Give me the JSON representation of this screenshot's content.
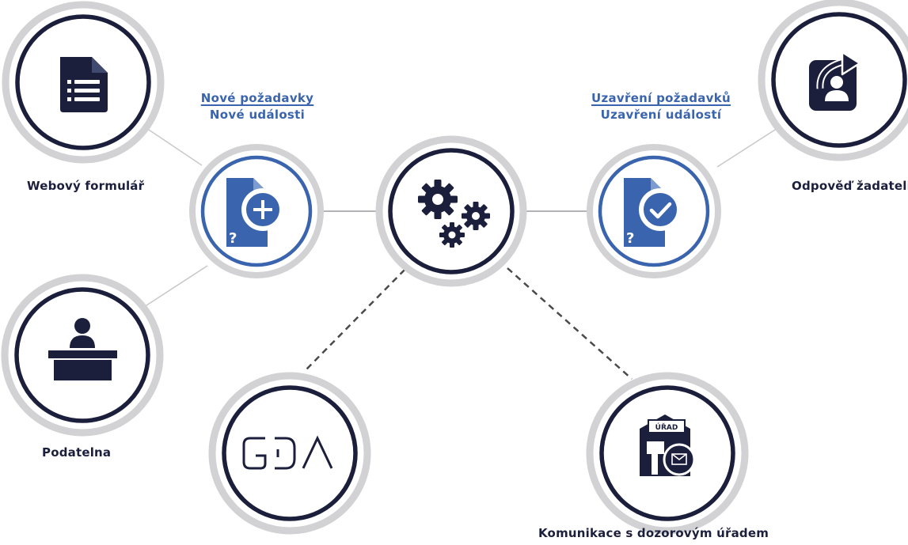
{
  "nodes": {
    "web_form": {
      "label": "Webový formulář",
      "icon": "web-form-document-icon"
    },
    "registry": {
      "label": "Podatelna",
      "icon": "reception-desk-person-icon"
    },
    "new_requests": {
      "header_line1": "Nové požadavky",
      "header_line2": "Nové události",
      "icon": "new-request-document-plus-icon"
    },
    "processing": {
      "icon": "gears-icon"
    },
    "closing": {
      "header_line1": "Uzavření požadavků",
      "header_line2": "Uzavření událostí",
      "icon": "closing-document-check-icon"
    },
    "response": {
      "label": "Odpověď žadateli",
      "icon": "reply-to-requester-icon"
    },
    "gda": {
      "logo_text": "GDA",
      "icon": "gda-logo"
    },
    "authority": {
      "label": "Komunikace s dozorovým úřadem",
      "sign_text": "ÚŘAD",
      "icon": "authority-building-mail-icon"
    }
  },
  "colors": {
    "navy": "#1c1f3c",
    "blue": "#3a64ad",
    "ring_gray": "#d2d2d4",
    "line_gray": "#c8c8c8",
    "dash": "#4a4a4a"
  }
}
